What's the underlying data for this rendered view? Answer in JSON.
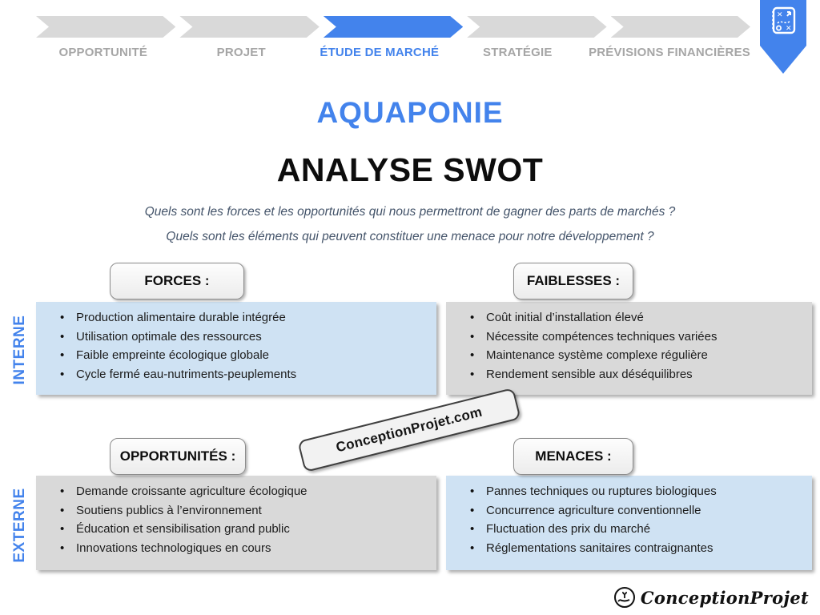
{
  "stepper": {
    "steps": [
      {
        "label": "OPPORTUNITÉ",
        "active": false
      },
      {
        "label": "PROJET",
        "active": false
      },
      {
        "label": "ÉTUDE DE MARCHÉ",
        "active": true
      },
      {
        "label": "STRATÉGIE",
        "active": false
      },
      {
        "label": "PRÉVISIONS FINANCIÈRES",
        "active": false
      }
    ]
  },
  "titles": {
    "main": "AQUAPONIE",
    "subtitle": "ANALYSE SWOT"
  },
  "questions": {
    "line1": "Quels sont les forces et les opportunités qui nous permettront de gagner des parts de marchés ?",
    "line2": "Quels sont les éléments qui peuvent constituer une menace pour notre développement ?"
  },
  "axis_labels": {
    "internal": "INTERNE",
    "external": "EXTERNE"
  },
  "swot": {
    "forces": {
      "title": "FORCES :",
      "items": [
        "Production alimentaire durable intégrée",
        "Utilisation optimale des ressources",
        "Faible empreinte écologique globale",
        "Cycle fermé eau-nutriments-peuplements"
      ]
    },
    "faiblesses": {
      "title": "FAIBLESSES :",
      "items": [
        "Coût initial d’installation élevé",
        "Nécessite compétences techniques variées",
        "Maintenance système complexe régulière",
        "Rendement sensible aux déséquilibres"
      ]
    },
    "opportunites": {
      "title": "OPPORTUNITÉS :",
      "items": [
        "Demande croissante agriculture écologique",
        "Soutiens publics à l’environnement",
        "Éducation et sensibilisation grand public",
        "Innovations technologiques en cours"
      ]
    },
    "menaces": {
      "title": "MENACES :",
      "items": [
        "Pannes techniques ou ruptures biologiques",
        "Concurrence agriculture conventionnelle",
        "Fluctuation des prix du marché",
        "Réglementations sanitaires contraignantes"
      ]
    }
  },
  "watermark": "ConceptionProjet.com",
  "footer": {
    "logo_text": "ConceptionProjet"
  },
  "colors": {
    "accent_blue": "#4383ec",
    "light_blue": "#cfe2f3",
    "box_gray": "#d9d9d9",
    "inactive_gray": "#a6a6a6",
    "question_color": "#44546a"
  }
}
